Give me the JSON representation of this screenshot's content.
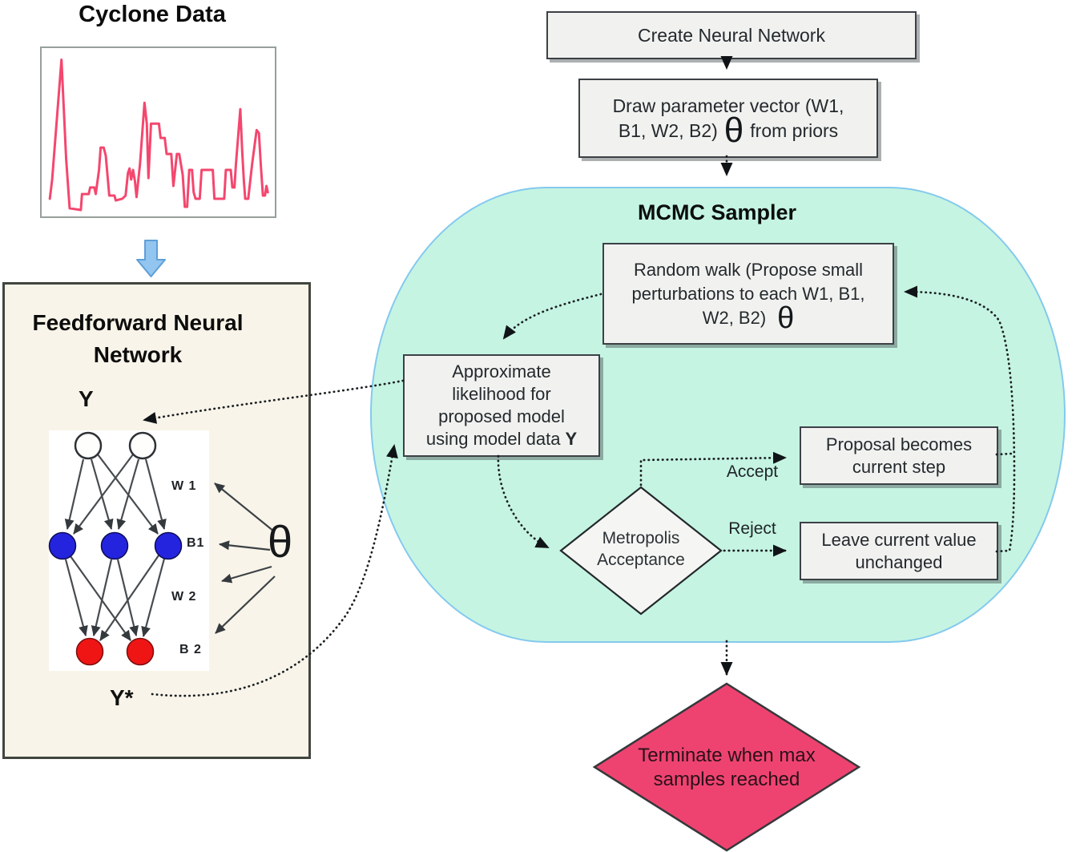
{
  "colors": {
    "mcmc_fill": "#c5f4e2",
    "mcmc_border": "#84c9ee",
    "box_fill": "#f1f2f0",
    "box_border": "#3c4146",
    "terminate_fill": "#ee4370",
    "cyclone_line": "#f4476e",
    "node_blue": "#2424df",
    "node_red": "#ef1515",
    "panel_fill": "#f8f4e9",
    "down_arrow_blue": "#92c5ef"
  },
  "cyclone": {
    "title": "Cyclone Data",
    "chart_data": {
      "type": "line",
      "series_name": "cyclone time series",
      "xlabel": "",
      "ylabel": "",
      "x_range": [
        0,
        100
      ],
      "y_range": [
        0,
        100
      ],
      "grid": false,
      "legend": false,
      "points": [
        [
          3.5,
          10
        ],
        [
          4.5,
          22
        ],
        [
          8.5,
          97
        ],
        [
          10.5,
          35
        ],
        [
          12,
          4
        ],
        [
          16.8,
          3
        ],
        [
          17.3,
          13
        ],
        [
          20.2,
          13
        ],
        [
          20.8,
          17
        ],
        [
          22.6,
          17
        ],
        [
          23.2,
          13
        ],
        [
          24.6,
          28
        ],
        [
          25.3,
          42
        ],
        [
          26.6,
          42
        ],
        [
          27.5,
          37
        ],
        [
          29,
          12
        ],
        [
          31.2,
          12
        ],
        [
          31.8,
          9
        ],
        [
          34.6,
          10
        ],
        [
          36,
          12
        ],
        [
          37,
          26
        ],
        [
          37.7,
          29
        ],
        [
          38.4,
          22
        ],
        [
          39.2,
          28
        ],
        [
          40,
          21
        ],
        [
          40.7,
          11
        ],
        [
          42.2,
          32
        ],
        [
          44.1,
          70
        ],
        [
          45.1,
          57
        ],
        [
          45.8,
          23
        ],
        [
          46.9,
          57
        ],
        [
          50.3,
          57
        ],
        [
          51,
          48
        ],
        [
          52.8,
          48
        ],
        [
          53.6,
          38
        ],
        [
          55.6,
          38
        ],
        [
          56.5,
          18
        ],
        [
          58,
          38
        ],
        [
          59,
          38
        ],
        [
          60.5,
          25
        ],
        [
          61.4,
          5
        ],
        [
          62.4,
          5
        ],
        [
          63.3,
          28
        ],
        [
          64.5,
          28
        ],
        [
          65.2,
          14
        ],
        [
          66,
          10
        ],
        [
          67.8,
          10
        ],
        [
          68.6,
          28
        ],
        [
          73.4,
          28
        ],
        [
          74.1,
          10
        ],
        [
          78.3,
          10
        ],
        [
          79,
          28
        ],
        [
          81.1,
          28
        ],
        [
          81.8,
          17
        ],
        [
          82.7,
          17
        ],
        [
          83.3,
          31
        ],
        [
          85.2,
          66
        ],
        [
          86,
          40
        ],
        [
          86.7,
          22
        ],
        [
          87.3,
          10
        ],
        [
          88.6,
          10
        ],
        [
          90.3,
          32
        ],
        [
          92.2,
          53
        ],
        [
          93.2,
          51
        ],
        [
          94,
          31
        ],
        [
          94.9,
          12
        ],
        [
          95.8,
          12
        ],
        [
          96.4,
          18
        ],
        [
          97,
          14
        ]
      ]
    }
  },
  "nn_panel": {
    "title_lines": [
      "Feedforward",
      "Neural Network"
    ],
    "input_label": "Y",
    "output_label": "Y*",
    "theta_symbol": "θ",
    "param_labels": [
      "W 1",
      "B1",
      "W 2",
      "B 2"
    ]
  },
  "pipeline": {
    "create_box": {
      "label": "Create Neural Network"
    },
    "draw_box": {
      "line1": "Draw parameter vector (W1,",
      "line2_pre": "B1, W2, B2)",
      "theta": "θ",
      "line2_post": "from priors"
    }
  },
  "mcmc": {
    "title": "MCMC Sampler",
    "random_walk": {
      "lines": [
        "Random walk (Propose small",
        "perturbations to each W1, B1,",
        "W2, B2)"
      ],
      "theta": "θ"
    },
    "likelihood": {
      "lines": [
        "Approximate",
        "likelihood for",
        "proposed model",
        "using model data"
      ],
      "bold_suffix": "Y"
    },
    "metropolis": {
      "lines": [
        "Metropolis",
        "Acceptance"
      ]
    },
    "accept_label": "Accept",
    "reject_label": "Reject",
    "proposal_box": {
      "lines": [
        "Proposal becomes",
        "current step"
      ]
    },
    "leave_box": {
      "lines": [
        "Leave current value",
        "unchanged"
      ]
    }
  },
  "terminate": {
    "lines": [
      "Terminate when max",
      "samples reached"
    ]
  }
}
